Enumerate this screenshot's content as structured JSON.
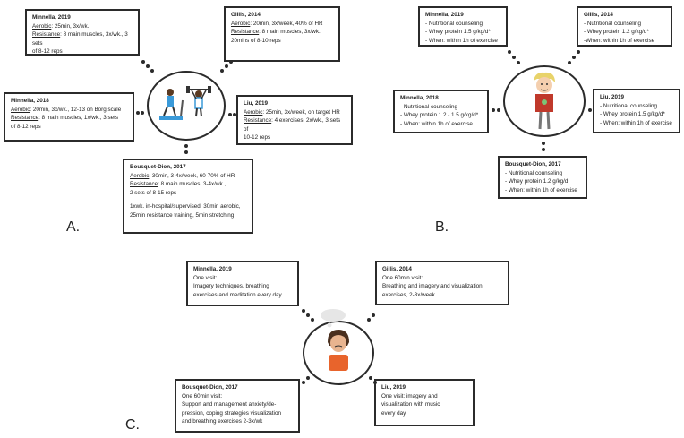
{
  "panel_a": {
    "label": "A.",
    "minnella_2019": {
      "title": "Minnella, 2019",
      "aerobic_label": "Aerobic",
      "aerobic": ": 25min, 3x/wk.",
      "resistance_label": "Resistance",
      "resistance": ": 8 main muscles, 3x/wk., 3 sets",
      "line3": "of 8-12 reps"
    },
    "gillis_2014": {
      "title": "Gillis, 2014",
      "aerobic_label": "Aerobic",
      "aerobic": ": 20min, 3x/week, 40% of HR",
      "resistance_label": "Resistance",
      "resistance": ": 8 main muscles, 3x/wk.,",
      "line3": "20mins of 8-10 reps"
    },
    "minnella_2018": {
      "title": "Minnella, 2018",
      "aerobic_label": "Aerobic",
      "aerobic": ": 20min, 3x/wk., 12-13 on Borg scale",
      "resistance_label": "Resistance",
      "resistance": ": 8 main muscles, 1x/wk., 3 sets",
      "line3": "of 8-12 reps"
    },
    "liu_2019": {
      "title": "Liu, 2019",
      "aerobic_label": "Aerobic",
      "aerobic": ": 25min, 3x/week, on target HR",
      "resistance_label": "Resistance",
      "resistance": ": 4 exercises, 2x/wk., 3 sets of",
      "line3": "10-12 reps"
    },
    "bousquet_dion_2017": {
      "title": "Bousquet-Dion, 2017",
      "aerobic_label": "Aerobic",
      "aerobic": ": 30min, 3-4x/week, 60-70% of HR",
      "resistance_label": "Resistance",
      "resistance": ": 8 main muscles, 3-4x/wk.,",
      "line3": "2 sets of 8-15 reps",
      "line4": "1xwk. in-hospital/supervised: 30min aerobic,",
      "line5": "25min resistance training, 5min stretching"
    }
  },
  "panel_b": {
    "label": "B.",
    "minnella_2019": {
      "title": "Minnella, 2019",
      "l1": "- Nutritional counseling",
      "l2": "- Whey protein 1.5 g/kg/d*",
      "l3": "- When: within 1h of exercise"
    },
    "gillis_2014": {
      "title": "Gillis, 2014",
      "l1": "- Nutritional counseling",
      "l2": "- Whey protein 1.2 g/kg/d*",
      "l3": "-When: within 1h of exercise"
    },
    "minnella_2018": {
      "title": "Minnella, 2018",
      "l1": "- Nutritional counseling",
      "l2": "- Whey protein 1.2 - 1.5 g/kg/d*",
      "l3": "- When: within 1h of exercise"
    },
    "liu_2019": {
      "title": "Liu, 2019",
      "l1": "- Nutritional counseling",
      "l2": "- Whey protein 1.5 g/kg/d*",
      "l3": "- When: within 1h of exercise"
    },
    "bousquet_dion_2017": {
      "title": "Bousquet-Dion, 2017",
      "l1": "- Nutritional counseling",
      "l2": "- Whey protein 1.2 g/kg/d",
      "l3": "- When: within 1h of exercise"
    }
  },
  "panel_c": {
    "label": "C.",
    "minnella_2019": {
      "title": "Minnella, 2019",
      "l1": "One visit:",
      "l2": "Imagery techniques, breathing",
      "l3": "exercises and meditation every day"
    },
    "gillis_2014": {
      "title": "Gillis, 2014",
      "l1": "One 60min visit:",
      "l2": "Breathing and imagery and visualization",
      "l3": "exercises, 2-3x/week"
    },
    "bousquet_dion_2017": {
      "title": "Bousquet-Dion, 2017",
      "l1": "One 60min visit:",
      "l2": "Support and management anxiety/de-",
      "l3": "pression, coping strategies visualization",
      "l4": "and breathing exercises 2-3x/wk"
    },
    "liu_2019": {
      "title": "Liu, 2019",
      "l1": "One visit: imagery and",
      "l2": "visualization with music",
      "l3": "every day"
    }
  },
  "icons": {
    "panel_a": "exercise-icon",
    "panel_b": "nutrition-person-icon",
    "panel_c": "thinking-person-icon"
  },
  "colors": {
    "border": "#2b2b2b",
    "person_shirt_b": "#c0392b",
    "person_shirt_c": "#e8642c",
    "treadmill": "#3a9ad9"
  }
}
